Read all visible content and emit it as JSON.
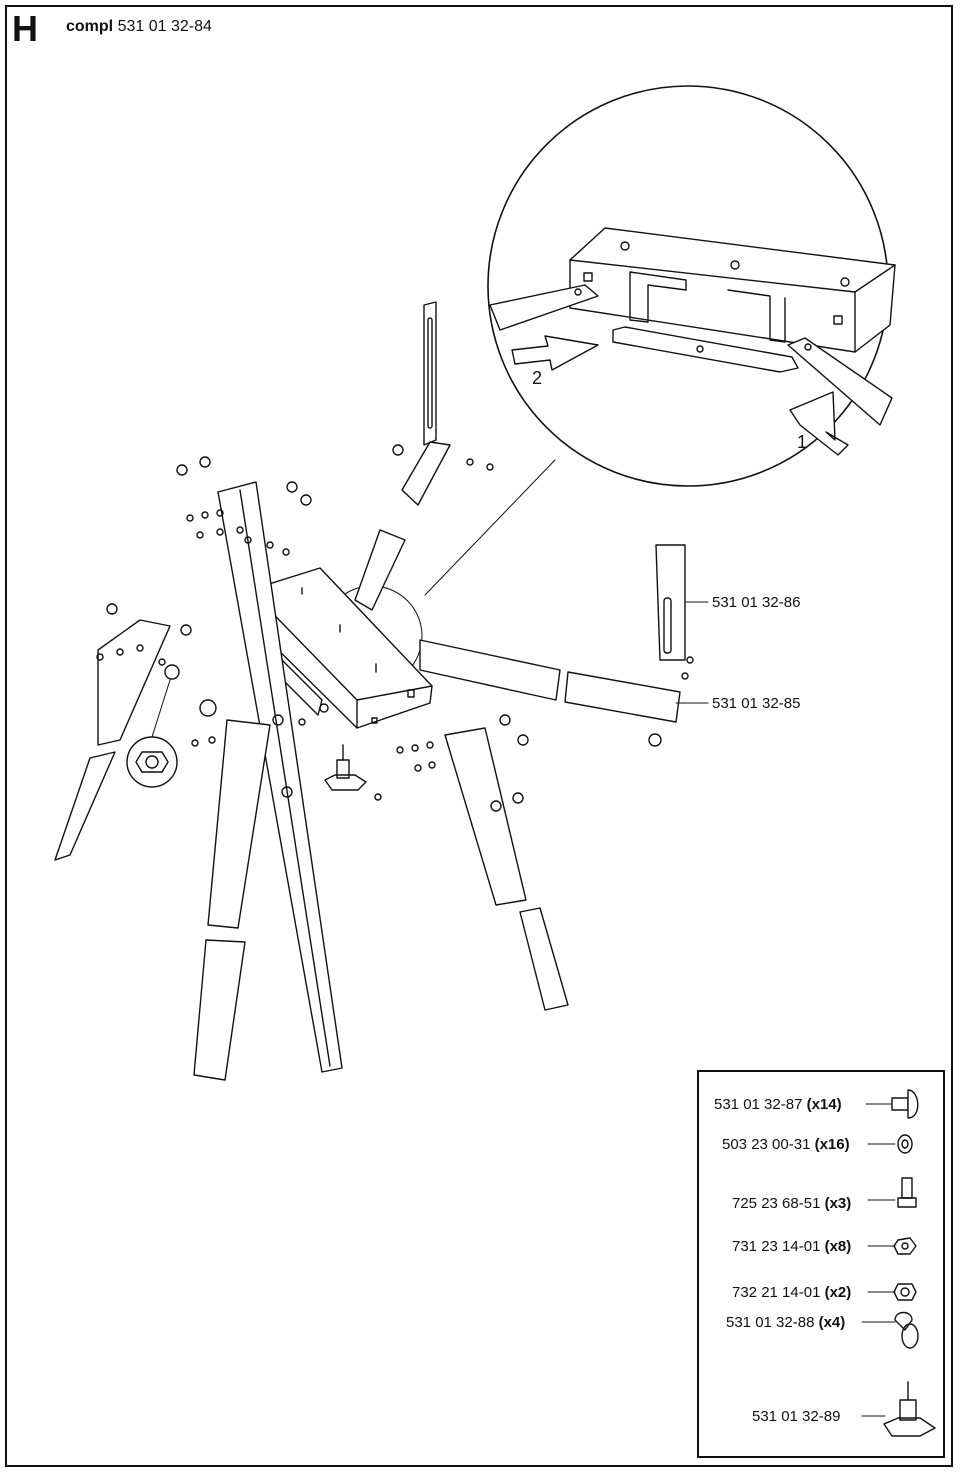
{
  "header": {
    "section_letter": "H",
    "title_prefix": "compl",
    "title_part": "531 01 32-84"
  },
  "detail_view": {
    "step_1": "1",
    "step_2": "2"
  },
  "callouts": {
    "upper_plate": "531 01 32-86",
    "lower_bracket": "531 01 32-85"
  },
  "legend": {
    "items": [
      {
        "part": "531 01 32-87",
        "qty": "(x14)",
        "icon": "carriage-bolt-icon"
      },
      {
        "part": "503 23 00-31",
        "qty": "(x16)",
        "icon": "washer-icon"
      },
      {
        "part": "725 23 68-51",
        "qty": "(x3)",
        "icon": "hex-screw-icon"
      },
      {
        "part": "731 23 14-01",
        "qty": "(x8)",
        "icon": "hex-nut-icon"
      },
      {
        "part": "732 21 14-01",
        "qty": "(x2)",
        "icon": "lock-nut-icon"
      },
      {
        "part": "531 01 32-88",
        "qty": "(x4)",
        "icon": "wing-nut-icon"
      },
      {
        "part": "531 01 32-89",
        "qty": "",
        "icon": "knob-icon"
      }
    ]
  },
  "colors": {
    "line": "#111111",
    "background": "#ffffff"
  }
}
